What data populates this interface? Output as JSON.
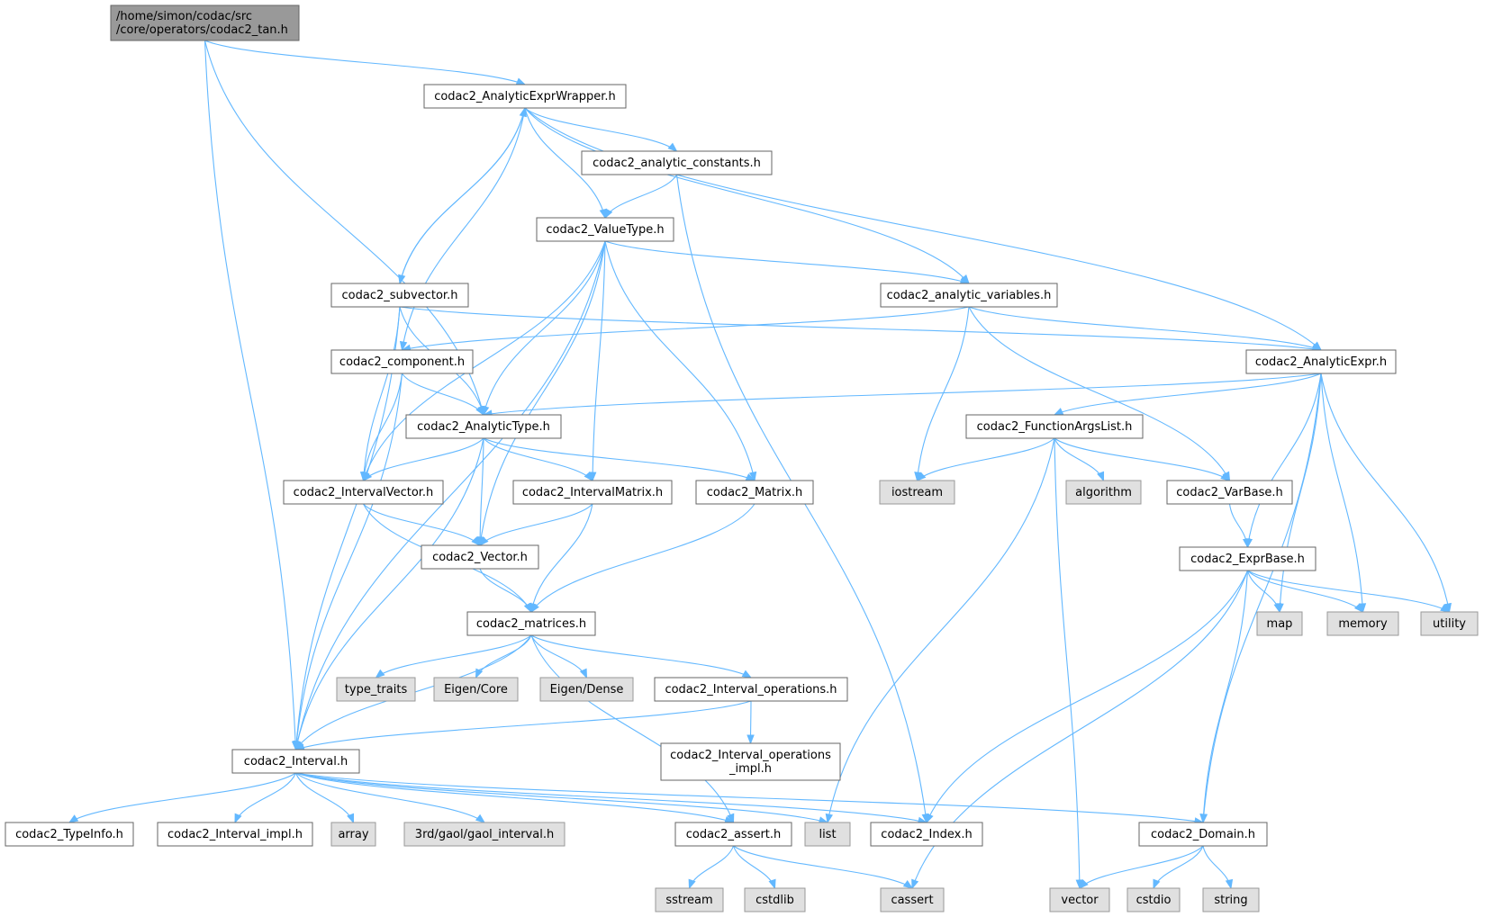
{
  "colors": {
    "edge": "#63b8ff",
    "node_fill": "#ffffff",
    "node_stroke": "#666666",
    "root_fill": "#999999",
    "root_stroke": "#666666",
    "system_fill": "#e0e0e0",
    "system_stroke": "#999999"
  },
  "nodes": [
    {
      "id": "root",
      "lines": [
        "/home/simon/codac/src",
        "/core/operators/codac2_tan.h"
      ],
      "kind": "root"
    },
    {
      "id": "AnalyticExprWrapper",
      "lines": [
        "codac2_AnalyticExprWrapper.h"
      ],
      "kind": "file"
    },
    {
      "id": "analytic_constants",
      "lines": [
        "codac2_analytic_constants.h"
      ],
      "kind": "file"
    },
    {
      "id": "ValueType",
      "lines": [
        "codac2_ValueType.h"
      ],
      "kind": "file"
    },
    {
      "id": "subvector",
      "lines": [
        "codac2_subvector.h"
      ],
      "kind": "file"
    },
    {
      "id": "analytic_variables",
      "lines": [
        "codac2_analytic_variables.h"
      ],
      "kind": "file"
    },
    {
      "id": "component",
      "lines": [
        "codac2_component.h"
      ],
      "kind": "file"
    },
    {
      "id": "AnalyticExpr",
      "lines": [
        "codac2_AnalyticExpr.h"
      ],
      "kind": "file"
    },
    {
      "id": "AnalyticType",
      "lines": [
        "codac2_AnalyticType.h"
      ],
      "kind": "file"
    },
    {
      "id": "FunctionArgsList",
      "lines": [
        "codac2_FunctionArgsList.h"
      ],
      "kind": "file"
    },
    {
      "id": "IntervalVector",
      "lines": [
        "codac2_IntervalVector.h"
      ],
      "kind": "file"
    },
    {
      "id": "IntervalMatrix",
      "lines": [
        "codac2_IntervalMatrix.h"
      ],
      "kind": "file"
    },
    {
      "id": "Matrix",
      "lines": [
        "codac2_Matrix.h"
      ],
      "kind": "file"
    },
    {
      "id": "iostream",
      "lines": [
        "iostream"
      ],
      "kind": "system"
    },
    {
      "id": "algorithm",
      "lines": [
        "algorithm"
      ],
      "kind": "system"
    },
    {
      "id": "VarBase",
      "lines": [
        "codac2_VarBase.h"
      ],
      "kind": "file"
    },
    {
      "id": "Vector",
      "lines": [
        "codac2_Vector.h"
      ],
      "kind": "file"
    },
    {
      "id": "ExprBase",
      "lines": [
        "codac2_ExprBase.h"
      ],
      "kind": "file"
    },
    {
      "id": "matrices",
      "lines": [
        "codac2_matrices.h"
      ],
      "kind": "file"
    },
    {
      "id": "map",
      "lines": [
        "map"
      ],
      "kind": "system"
    },
    {
      "id": "memory",
      "lines": [
        "memory"
      ],
      "kind": "system"
    },
    {
      "id": "utility",
      "lines": [
        "utility"
      ],
      "kind": "system"
    },
    {
      "id": "type_traits",
      "lines": [
        "type_traits"
      ],
      "kind": "system"
    },
    {
      "id": "EigenCore",
      "lines": [
        "Eigen/Core"
      ],
      "kind": "system"
    },
    {
      "id": "EigenDense",
      "lines": [
        "Eigen/Dense"
      ],
      "kind": "system"
    },
    {
      "id": "Interval_operations",
      "lines": [
        "codac2_Interval_operations.h"
      ],
      "kind": "file"
    },
    {
      "id": "Interval_operations_impl",
      "lines": [
        "codac2_Interval_operations",
        "_impl.h"
      ],
      "kind": "file"
    },
    {
      "id": "Interval",
      "lines": [
        "codac2_Interval.h"
      ],
      "kind": "file"
    },
    {
      "id": "TypeInfo",
      "lines": [
        "codac2_TypeInfo.h"
      ],
      "kind": "file"
    },
    {
      "id": "Interval_impl",
      "lines": [
        "codac2_Interval_impl.h"
      ],
      "kind": "file"
    },
    {
      "id": "array",
      "lines": [
        "array"
      ],
      "kind": "system"
    },
    {
      "id": "gaol",
      "lines": [
        "3rd/gaol/gaol_interval.h"
      ],
      "kind": "system"
    },
    {
      "id": "assert",
      "lines": [
        "codac2_assert.h"
      ],
      "kind": "file"
    },
    {
      "id": "list",
      "lines": [
        "list"
      ],
      "kind": "system"
    },
    {
      "id": "Index",
      "lines": [
        "codac2_Index.h"
      ],
      "kind": "file"
    },
    {
      "id": "Domain",
      "lines": [
        "codac2_Domain.h"
      ],
      "kind": "file"
    },
    {
      "id": "sstream",
      "lines": [
        "sstream"
      ],
      "kind": "system"
    },
    {
      "id": "cstdlib",
      "lines": [
        "cstdlib"
      ],
      "kind": "system"
    },
    {
      "id": "cassert",
      "lines": [
        "cassert"
      ],
      "kind": "system"
    },
    {
      "id": "vector",
      "lines": [
        "vector"
      ],
      "kind": "system"
    },
    {
      "id": "cstdio",
      "lines": [
        "cstdio"
      ],
      "kind": "system"
    },
    {
      "id": "string",
      "lines": [
        "string"
      ],
      "kind": "system"
    }
  ],
  "edges": [
    [
      "root",
      "AnalyticExprWrapper"
    ],
    [
      "root",
      "AnalyticType"
    ],
    [
      "root",
      "Interval"
    ],
    [
      "AnalyticExprWrapper",
      "analytic_constants"
    ],
    [
      "AnalyticExprWrapper",
      "ValueType"
    ],
    [
      "AnalyticExprWrapper",
      "subvector"
    ],
    [
      "AnalyticExprWrapper",
      "component"
    ],
    [
      "AnalyticExprWrapper",
      "analytic_variables"
    ],
    [
      "AnalyticExprWrapper",
      "AnalyticExpr"
    ],
    [
      "subvector",
      "AnalyticExprWrapper"
    ],
    [
      "analytic_constants",
      "ValueType"
    ],
    [
      "analytic_constants",
      "Index"
    ],
    [
      "ValueType",
      "analytic_variables"
    ],
    [
      "ValueType",
      "AnalyticType"
    ],
    [
      "ValueType",
      "IntervalVector"
    ],
    [
      "ValueType",
      "IntervalMatrix"
    ],
    [
      "ValueType",
      "Matrix"
    ],
    [
      "ValueType",
      "Vector"
    ],
    [
      "ValueType",
      "Interval"
    ],
    [
      "subvector",
      "AnalyticExpr"
    ],
    [
      "subvector",
      "AnalyticType"
    ],
    [
      "subvector",
      "IntervalVector"
    ],
    [
      "subvector",
      "Interval"
    ],
    [
      "analytic_variables",
      "component"
    ],
    [
      "analytic_variables",
      "AnalyticExpr"
    ],
    [
      "analytic_variables",
      "iostream"
    ],
    [
      "analytic_variables",
      "VarBase"
    ],
    [
      "component",
      "AnalyticType"
    ],
    [
      "component",
      "IntervalVector"
    ],
    [
      "component",
      "Interval"
    ],
    [
      "AnalyticExpr",
      "AnalyticType"
    ],
    [
      "AnalyticExpr",
      "FunctionArgsList"
    ],
    [
      "AnalyticExpr",
      "ExprBase"
    ],
    [
      "AnalyticExpr",
      "map"
    ],
    [
      "AnalyticExpr",
      "memory"
    ],
    [
      "AnalyticExpr",
      "utility"
    ],
    [
      "AnalyticExpr",
      "Domain"
    ],
    [
      "AnalyticType",
      "IntervalVector"
    ],
    [
      "AnalyticType",
      "IntervalMatrix"
    ],
    [
      "AnalyticType",
      "Matrix"
    ],
    [
      "AnalyticType",
      "Vector"
    ],
    [
      "AnalyticType",
      "Interval"
    ],
    [
      "FunctionArgsList",
      "iostream"
    ],
    [
      "FunctionArgsList",
      "algorithm"
    ],
    [
      "FunctionArgsList",
      "VarBase"
    ],
    [
      "FunctionArgsList",
      "list"
    ],
    [
      "FunctionArgsList",
      "vector"
    ],
    [
      "IntervalVector",
      "Vector"
    ],
    [
      "IntervalVector",
      "matrices"
    ],
    [
      "IntervalMatrix",
      "Vector"
    ],
    [
      "IntervalMatrix",
      "matrices"
    ],
    [
      "Matrix",
      "matrices"
    ],
    [
      "VarBase",
      "ExprBase"
    ],
    [
      "Vector",
      "matrices"
    ],
    [
      "ExprBase",
      "map"
    ],
    [
      "ExprBase",
      "memory"
    ],
    [
      "ExprBase",
      "utility"
    ],
    [
      "ExprBase",
      "Index"
    ],
    [
      "ExprBase",
      "cassert"
    ],
    [
      "ExprBase",
      "Domain"
    ],
    [
      "matrices",
      "type_traits"
    ],
    [
      "matrices",
      "EigenCore"
    ],
    [
      "matrices",
      "EigenDense"
    ],
    [
      "matrices",
      "Interval_operations"
    ],
    [
      "matrices",
      "Interval"
    ],
    [
      "matrices",
      "assert"
    ],
    [
      "Interval_operations",
      "Interval_operations_impl"
    ],
    [
      "Interval_operations",
      "Interval"
    ],
    [
      "Interval",
      "TypeInfo"
    ],
    [
      "Interval",
      "Interval_impl"
    ],
    [
      "Interval",
      "array"
    ],
    [
      "Interval",
      "gaol"
    ],
    [
      "Interval",
      "assert"
    ],
    [
      "Interval",
      "list"
    ],
    [
      "Interval",
      "Index"
    ],
    [
      "Interval",
      "Domain"
    ],
    [
      "assert",
      "sstream"
    ],
    [
      "assert",
      "cstdlib"
    ],
    [
      "assert",
      "cassert"
    ],
    [
      "Domain",
      "vector"
    ],
    [
      "Domain",
      "cstdio"
    ],
    [
      "Domain",
      "string"
    ]
  ]
}
